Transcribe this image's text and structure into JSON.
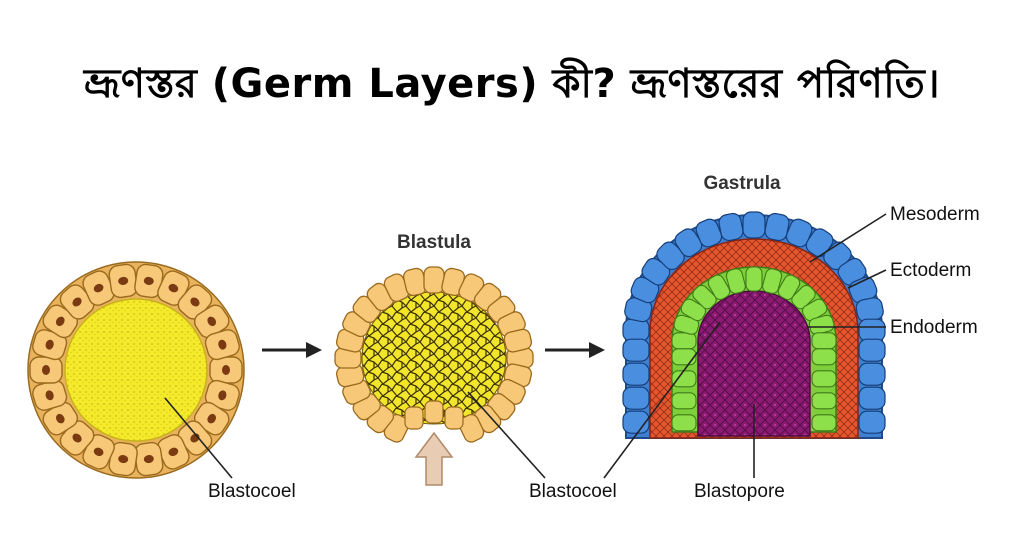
{
  "title": "ভ্রূণস্তর (Germ Layers) কী? ভ্রূণস্তরের পরিণতি।",
  "stages": {
    "blastula": "Blastula",
    "gastrula": "Gastrula"
  },
  "labels": {
    "blastocoel_1": "Blastocoel",
    "blastocoel_2": "Blastocoel",
    "blastopore": "Blastopore",
    "mesoderm": "Mesoderm",
    "ectoderm": "Ectoderm",
    "endoderm": "Endoderm"
  },
  "colors": {
    "cell_outer": "#f6c877",
    "cell_border": "#9a6a1e",
    "nucleus": "#7a3a12",
    "yolk": "#f4ea2a",
    "ectoderm": "#3f7fd2",
    "mesoderm": "#e4572e",
    "endoderm": "#7ed03a",
    "archenteron": "#8a1a72",
    "arrow": "#222222",
    "up_arrow": "#e8cdb4"
  }
}
